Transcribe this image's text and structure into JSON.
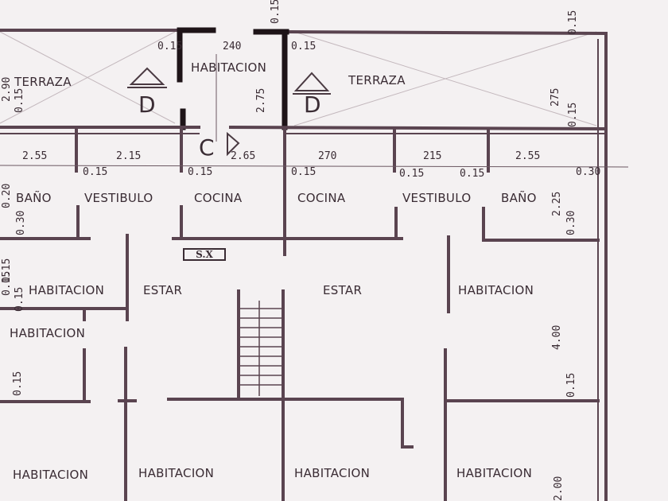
{
  "rooms": {
    "habitacion_top": "HABITACION",
    "terraza_left": "TERRAZA",
    "terraza_right": "TERRAZA",
    "bano_left": "BAÑO",
    "vestibulo_left": "VESTIBULO",
    "cocina_left": "COCINA",
    "cocina_right": "COCINA",
    "vestibulo_right": "VESTIBULO",
    "bano_right": "BAÑO",
    "habitacion_mid_left": "HABITACION",
    "estar_left": "ESTAR",
    "estar_right": "ESTAR",
    "habitacion_mid_right": "HABITACION",
    "habitacion_left_lower": "HABITACION",
    "habitacion_bottom_1": "HABITACION",
    "habitacion_bottom_2": "HABITACION",
    "habitacion_bottom_3": "HABITACION",
    "habitacion_bottom_4": "HABITACION"
  },
  "dimensions": {
    "d240": "240",
    "d015_a": "0.15",
    "d015_b": "0.15",
    "d015_top_v": "0.15",
    "d015_top_right_v": "0.15",
    "d275_v": "2.75",
    "d275_right_v": "275",
    "d255_left": "2.55",
    "d215_left": "2.15",
    "d265": "2.65",
    "d270": "270",
    "d215_right": "215",
    "d255_right": "2.55",
    "d015_c": "0.15",
    "d015_d": "0.15",
    "d015_e": "0.15",
    "d015_f": "0.15",
    "d015_g": "0.15",
    "d030_right": "0.30",
    "d225_v": "2.25",
    "d030_v": "0.30",
    "d015_right_v1": "0.15",
    "d015_right_v2": "0.15",
    "d400_v": "4.00",
    "d290_left_v": "2.90",
    "d015_left_v1": "0.15",
    "d015_left_v2": "0.15",
    "d015_left_v3": "0.15",
    "d015_left_v4": "0.15",
    "d020_left_v": "0.20",
    "d030_left_v": "0.30",
    "d015_left_v5": "0.15",
    "d200_right_v": "2.00"
  },
  "section_markers": {
    "d_left": "D",
    "d_right": "D",
    "c_marker": "C"
  },
  "stair_label": "S.X"
}
